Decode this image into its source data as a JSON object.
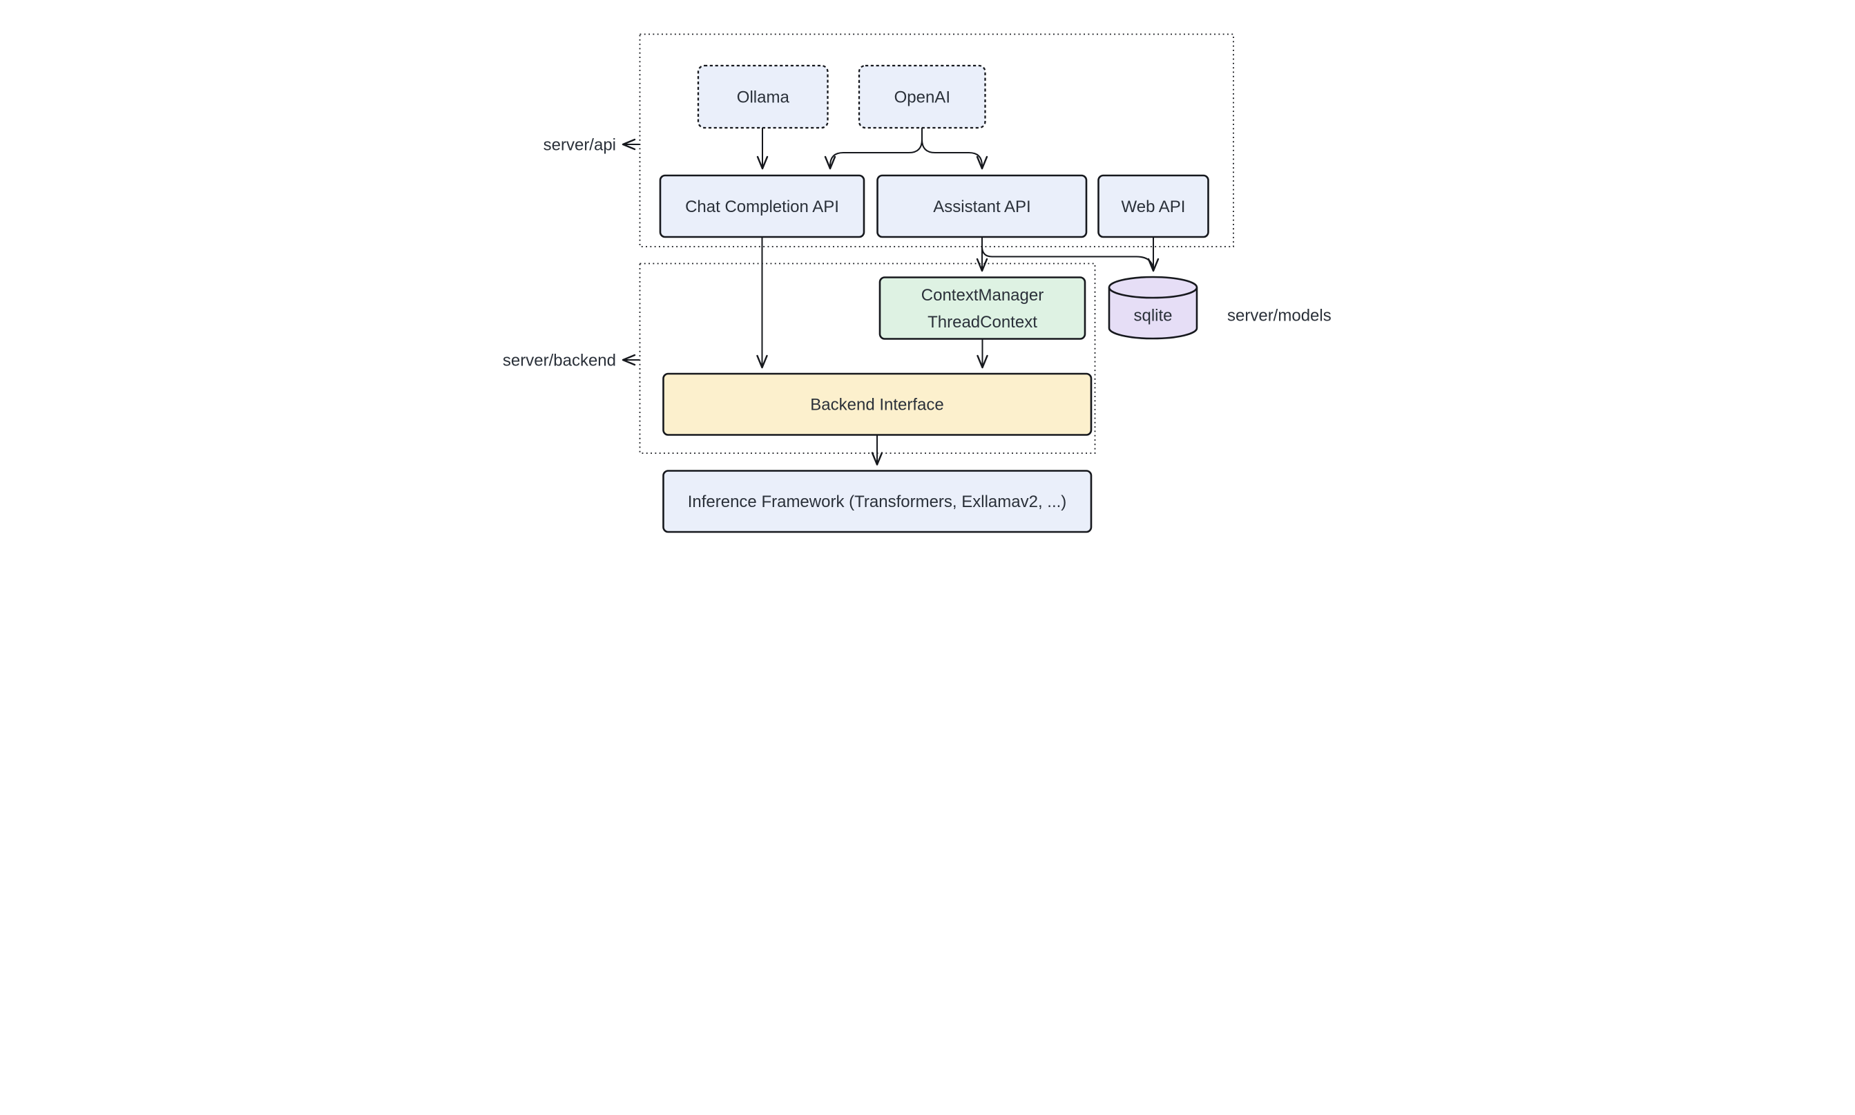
{
  "diagram": {
    "title_hint": "server architecture diagram",
    "group_labels": {
      "api": "server/api",
      "backend": "server/backend",
      "models": "server/models"
    },
    "nodes": {
      "ollama": {
        "label": "Ollama"
      },
      "openai": {
        "label": "OpenAI"
      },
      "chat_api": {
        "label": "Chat Completion API"
      },
      "assistant_api": {
        "label": "Assistant API"
      },
      "web_api": {
        "label": "Web API"
      },
      "context_manager": {
        "lines": [
          "ContextManager",
          "ThreadContext"
        ]
      },
      "sqlite": {
        "label": "sqlite"
      },
      "backend_interface": {
        "label": "Backend Interface"
      },
      "inference": {
        "label": "Inference Framework (Transformers, Exllamav2, ...)"
      }
    },
    "edges": [
      {
        "from": "Ollama",
        "to": "Chat Completion API"
      },
      {
        "from": "OpenAI",
        "to": "Chat Completion API"
      },
      {
        "from": "OpenAI",
        "to": "Assistant API"
      },
      {
        "from": "Chat Completion API",
        "to": "Backend Interface"
      },
      {
        "from": "Assistant API",
        "to": "ContextManager ThreadContext"
      },
      {
        "from": "Assistant API",
        "to": "sqlite"
      },
      {
        "from": "Web API",
        "to": "sqlite"
      },
      {
        "from": "ContextManager ThreadContext",
        "to": "Backend Interface"
      },
      {
        "from": "Backend Interface",
        "to": "Inference Framework (Transformers, Exllamav2, ...)"
      }
    ],
    "colors": {
      "node_blue": "#eaeffa",
      "node_green": "#def2e3",
      "node_yellow": "#fcf0cd",
      "node_purple": "#e6def6",
      "border": "#16181d",
      "text": "#2a3039",
      "background": "#ffffff"
    }
  }
}
